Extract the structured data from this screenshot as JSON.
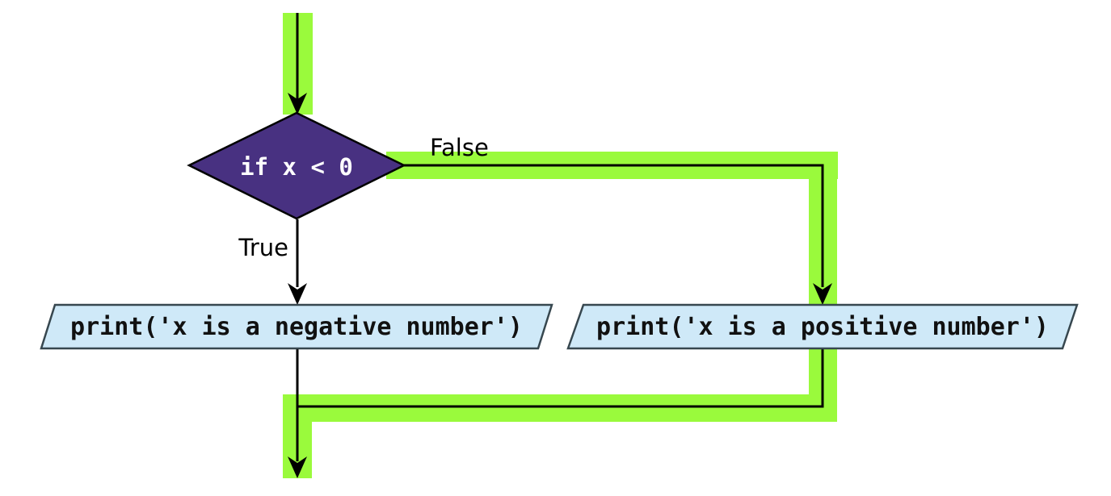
{
  "flowchart": {
    "decision": {
      "label": "if x < 0"
    },
    "branches": {
      "true_label": "True",
      "false_label": "False"
    },
    "true_block": {
      "label": "print('x is a negative number')"
    },
    "false_block": {
      "label": "print('x is a positive number')"
    }
  },
  "colors": {
    "highlight_path": "#9afa3c",
    "decision_fill": "#483181",
    "decision_border": "#000000",
    "decision_text": "#ffffff",
    "io_fill": "#cfe9f8",
    "io_border": "#37474f",
    "flow_line": "#000000",
    "label_text": "#000000",
    "background": "#ffffff"
  }
}
